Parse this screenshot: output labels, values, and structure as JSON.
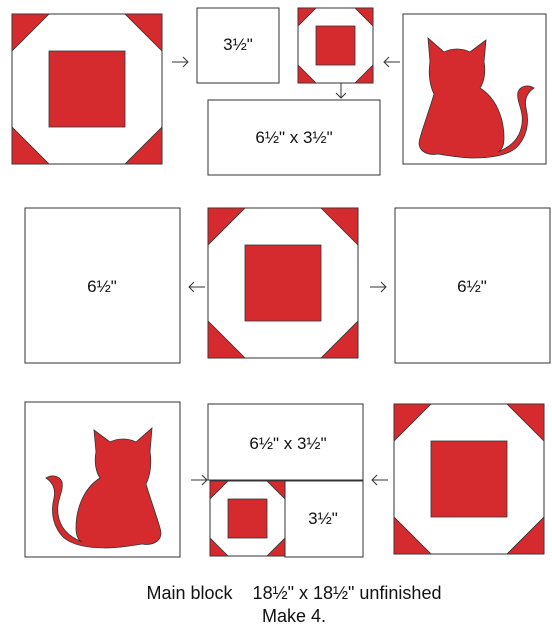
{
  "colors": {
    "block_red": "#d52b2e",
    "outline": "#333333",
    "background": "#ffffff"
  },
  "labels": {
    "square_3_5": "3½\"",
    "rect_6_5_x_3_5": "6½\" x 3½\"",
    "square_6_5": "6½\""
  },
  "caption": {
    "line1": "Main block    18½\" x 18½\" unfinished",
    "line2": "Make 4."
  }
}
